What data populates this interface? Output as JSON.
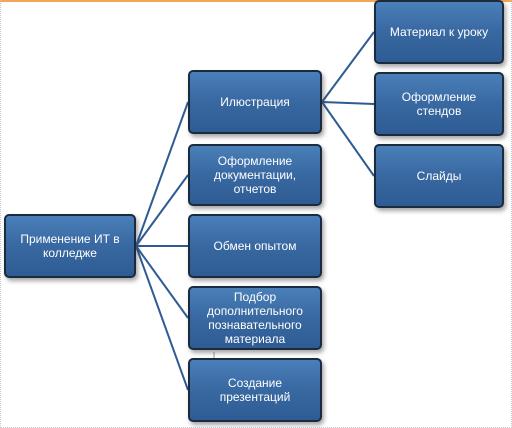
{
  "diagram": {
    "root": "Применение ИТ в\nколледже",
    "branches": [
      "Илюстрация",
      "Оформление\nдокументации,\nотчетов",
      "Обмен опытом",
      "Подбор\nдополнительного\nпознавательного\nматериала",
      "Создание\nпрезентаций"
    ],
    "sub_branches": [
      "Материал к уроку",
      "Оформление стендов",
      "Слайды"
    ]
  },
  "colors": {
    "node_fill": "#3a6aa3",
    "node_border": "#1b2b3d",
    "connector": "#2e5b93",
    "frame_top_accent": "#f2a65a"
  }
}
